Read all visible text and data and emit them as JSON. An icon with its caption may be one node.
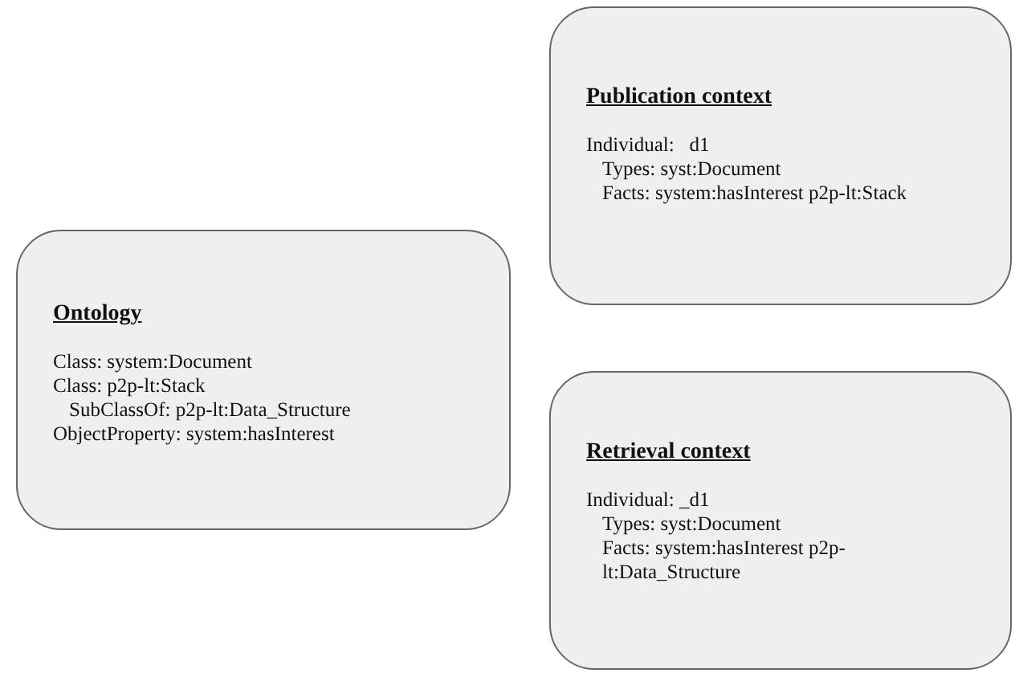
{
  "diagram": {
    "nodes": [
      {
        "text": [
          "Ontology",
          "Class: system:Document",
          "Class: p2p-lt:Stack",
          "SubClassOf: p2p-lt:Data_Structure",
          "ObjectProperty: system:hasInterest"
        ]
      },
      {
        "text": [
          "Publication context",
          "Individual:   d1",
          "Types: syst:Document",
          "Facts: system:hasInterest p2p-lt:Stack"
        ]
      },
      {
        "text": [
          "Retrieval context",
          "Individual: _d1",
          "Types: syst:Document",
          "Facts: system:hasInterest p2p-lt:Data_Structure"
        ]
      }
    ]
  }
}
